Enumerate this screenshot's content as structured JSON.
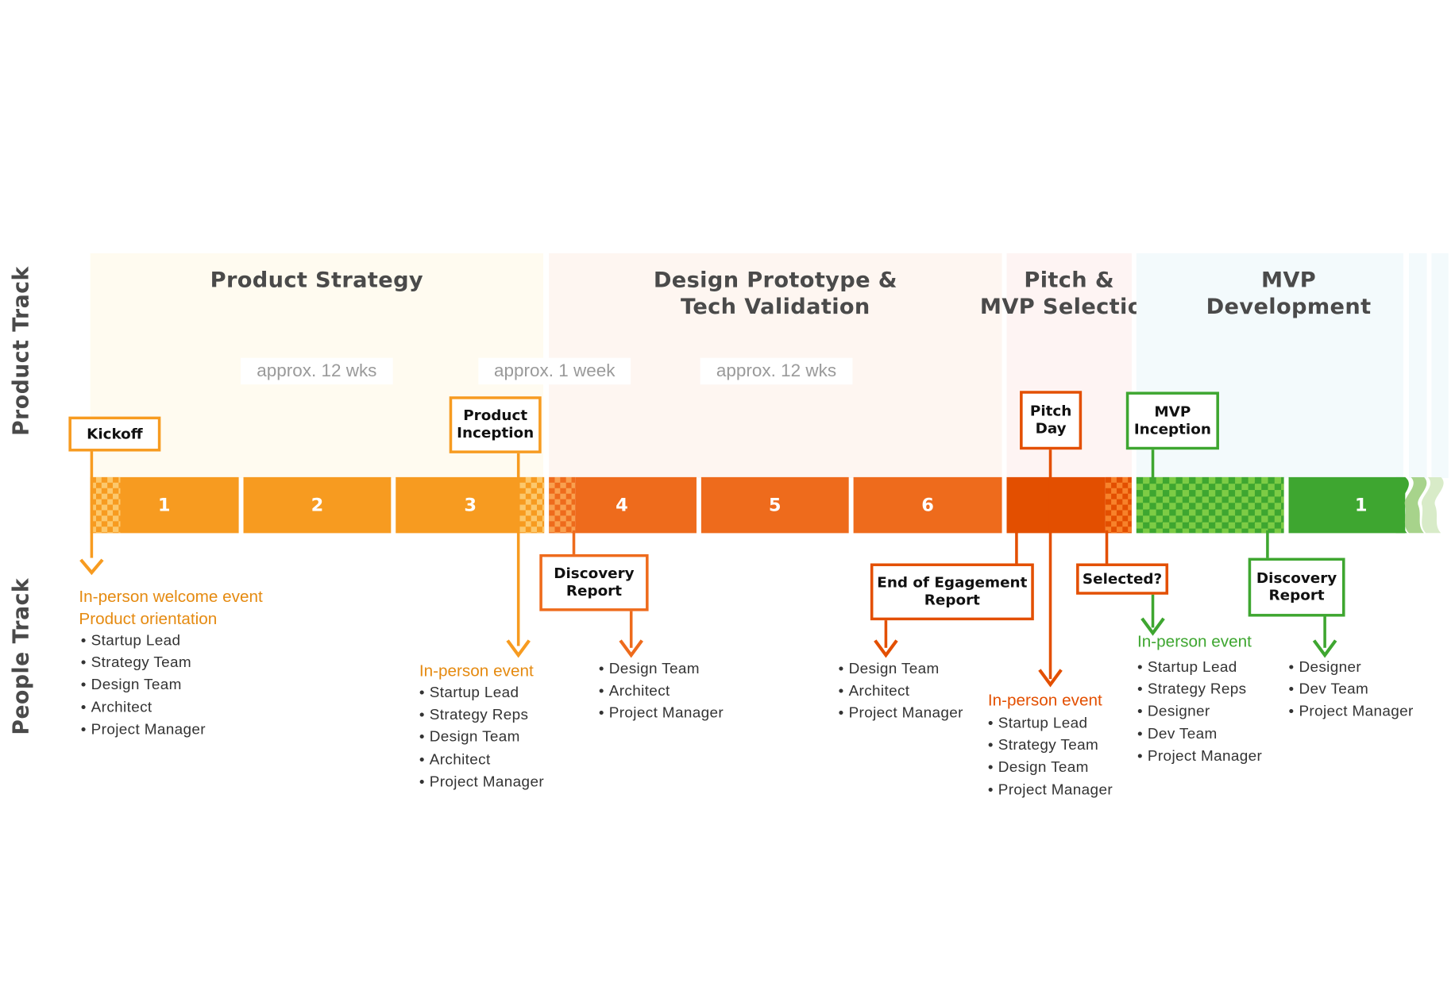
{
  "track_labels": {
    "product": "Product Track",
    "people": "People Track"
  },
  "phases": {
    "strategy": "Product Strategy",
    "design_line1": "Design Prototype &",
    "design_line2": "Tech Validation",
    "pitch_line1": "Pitch &",
    "pitch_line2": "MVP Selection",
    "mvp_line1": "MVP",
    "mvp_line2": "Development"
  },
  "durations": [
    "approx. 12 wks",
    "approx. 1 week",
    "approx. 12 wks"
  ],
  "weeks": [
    "1",
    "2",
    "3",
    "4",
    "5",
    "6",
    "1"
  ],
  "milestones": {
    "kickoff": "Kickoff",
    "product_inception": "Product\nInception",
    "discovery_report_1": "Discovery\nReport",
    "end_of_engagement": "End of Egagement\nReport",
    "pitch_day": "Pitch\nDay",
    "selected": "Selected?",
    "mvp_inception": "MVP\nInception",
    "discovery_report_2": "Discovery\nReport"
  },
  "people": {
    "kickoff": {
      "title1": "In-person welcome event",
      "title2": "Product orientation",
      "items": [
        "Startup Lead",
        "Strategy Team",
        "Design Team",
        "Architect",
        "Project Manager"
      ]
    },
    "inception": {
      "title": "In-person event",
      "items": [
        "Startup Lead",
        "Strategy Reps",
        "Design Team",
        "Architect",
        "Project Manager"
      ]
    },
    "discovery1": {
      "items": [
        "Design Team",
        "Architect",
        "Project Manager"
      ]
    },
    "end_report": {
      "items": [
        "Design Team",
        "Architect",
        "Project Manager"
      ]
    },
    "pitch": {
      "title": "In-person event",
      "items": [
        "Startup Lead",
        "Strategy Team",
        "Design Team",
        "Project Manager"
      ]
    },
    "mvp_inception": {
      "title": "In-person event",
      "items": [
        "Startup Lead",
        "Strategy Reps",
        "Designer",
        "Dev Team",
        "Project Manager"
      ]
    },
    "discovery2": {
      "items": [
        "Designer",
        "Dev Team",
        "Project Manager"
      ]
    }
  },
  "colors": {
    "orange": "#f79b20",
    "orange_red": "#ee6b1c",
    "dark_orange": "#e34f00",
    "green": "#3ea630",
    "bg_strategy": "#fffbf0",
    "bg_design": "#fef6f1",
    "bg_pitch": "#fef4f3",
    "bg_mvp": "#f3fafc"
  }
}
